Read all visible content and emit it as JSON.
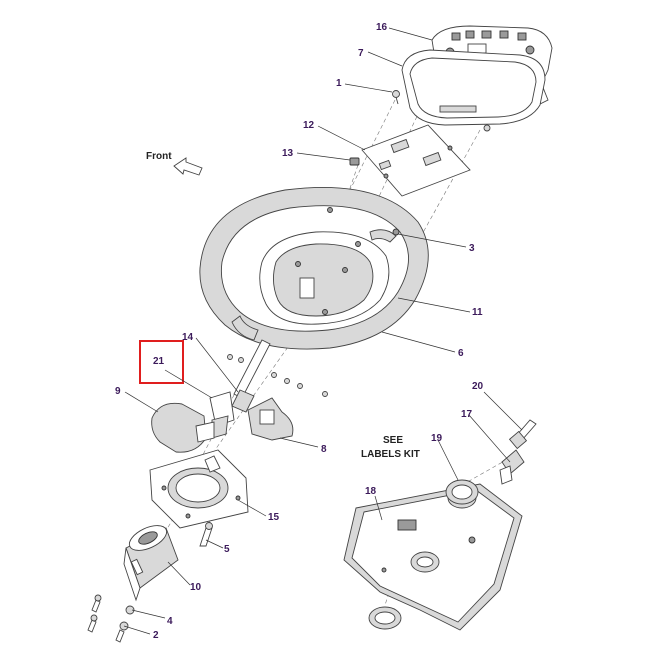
{
  "front_label": "Front",
  "labels_kit_line1": "SEE",
  "labels_kit_line2": "LABELS KIT",
  "highlight_color": "#e01e1e",
  "callouts": [
    {
      "id": "c16",
      "text": "16"
    },
    {
      "id": "c7",
      "text": "7"
    },
    {
      "id": "c1",
      "text": "1"
    },
    {
      "id": "c12",
      "text": "12"
    },
    {
      "id": "c13",
      "text": "13"
    },
    {
      "id": "c3",
      "text": "3"
    },
    {
      "id": "c11",
      "text": "11"
    },
    {
      "id": "c6",
      "text": "6"
    },
    {
      "id": "c14",
      "text": "14"
    },
    {
      "id": "c21",
      "text": "21"
    },
    {
      "id": "c9",
      "text": "9"
    },
    {
      "id": "c8",
      "text": "8"
    },
    {
      "id": "c15",
      "text": "15"
    },
    {
      "id": "c5",
      "text": "5"
    },
    {
      "id": "c10",
      "text": "10"
    },
    {
      "id": "c4",
      "text": "4"
    },
    {
      "id": "c2",
      "text": "2"
    },
    {
      "id": "c20",
      "text": "20"
    },
    {
      "id": "c17",
      "text": "17"
    },
    {
      "id": "c19",
      "text": "19"
    },
    {
      "id": "c18",
      "text": "18"
    }
  ]
}
